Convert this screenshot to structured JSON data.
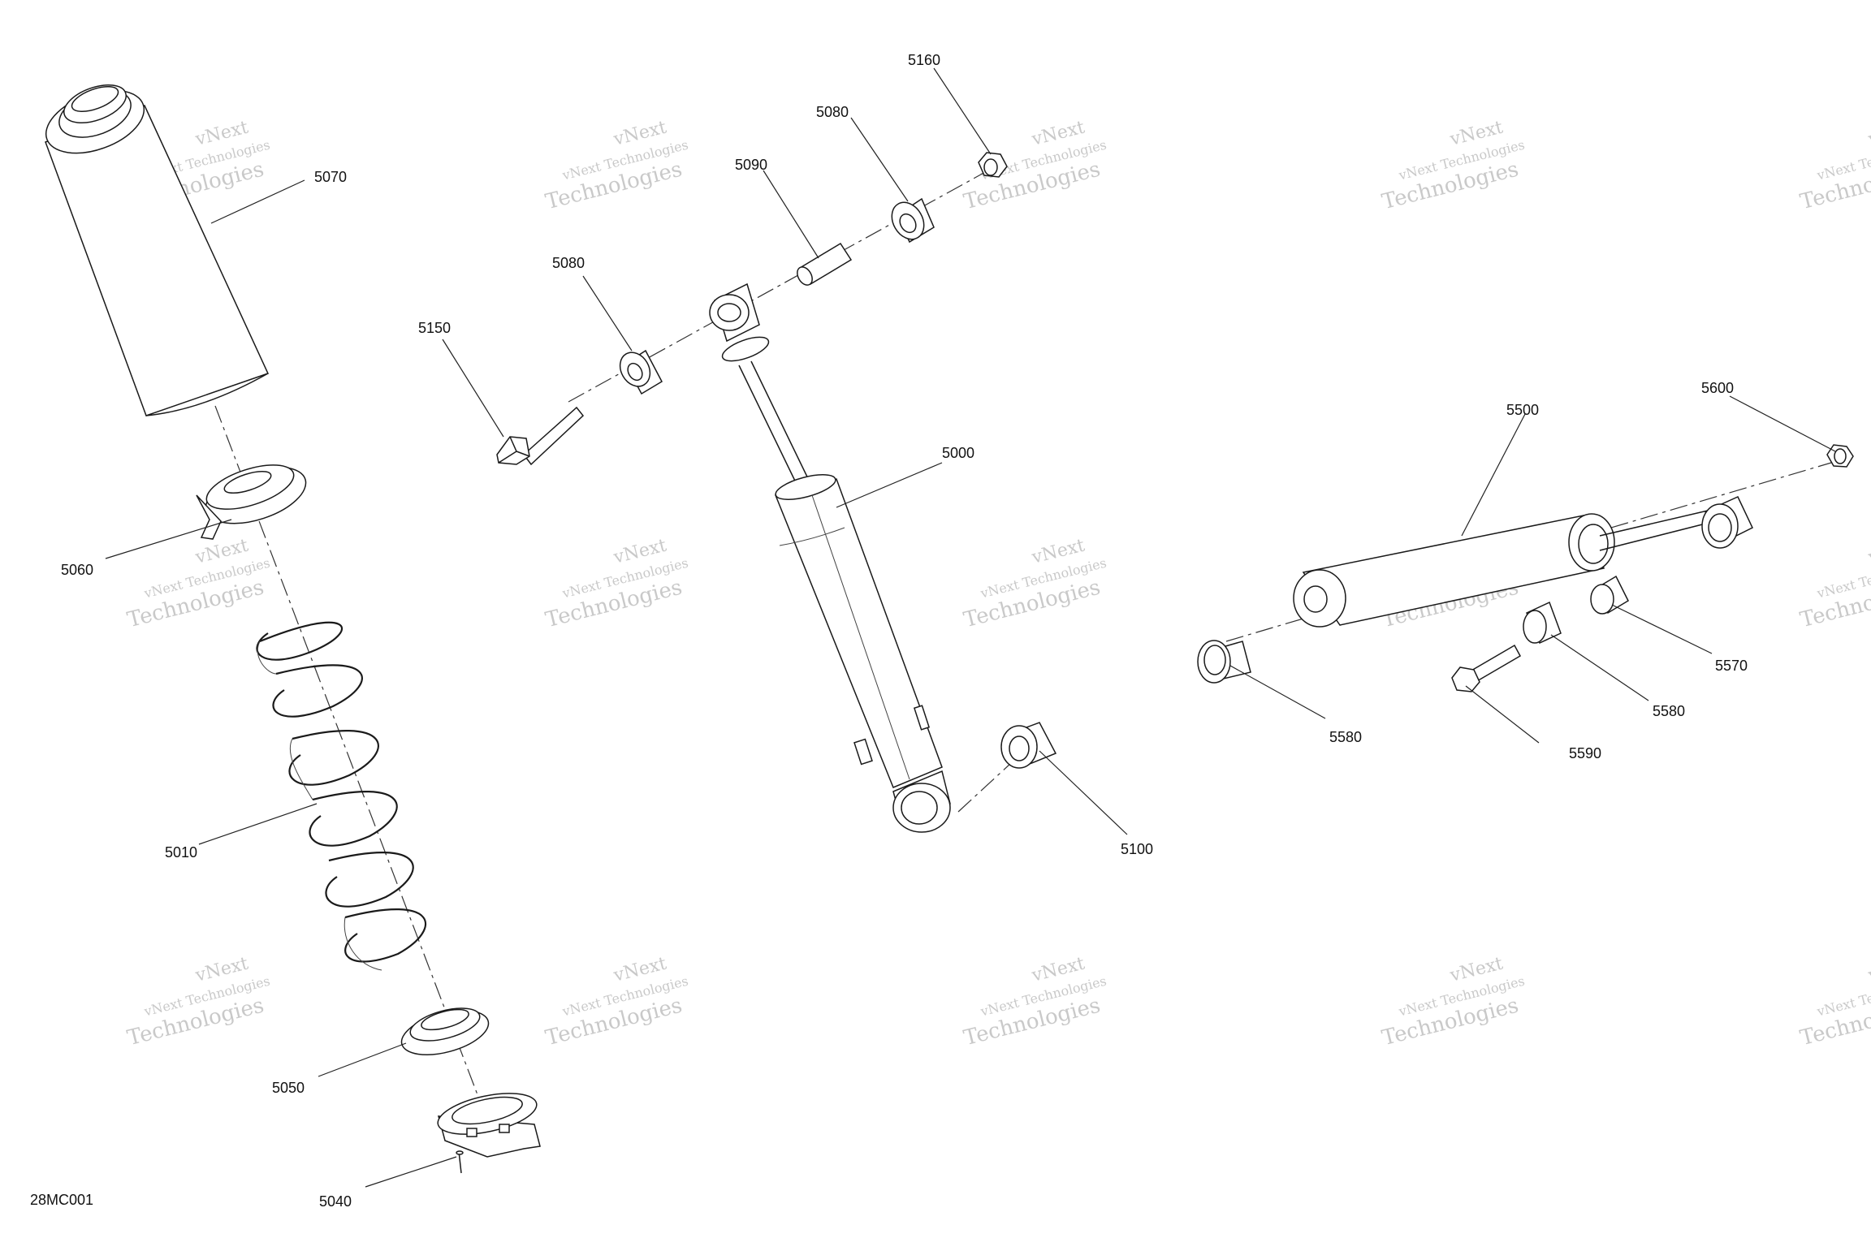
{
  "diagram": {
    "code": "28MC001",
    "watermark": {
      "line1": "vNext Technologies",
      "line2": "vNext\nTechnologies"
    },
    "callouts": [
      {
        "id": "5070",
        "label": "5070"
      },
      {
        "id": "5060",
        "label": "5060"
      },
      {
        "id": "5010",
        "label": "5010"
      },
      {
        "id": "5050",
        "label": "5050"
      },
      {
        "id": "5040",
        "label": "5040"
      },
      {
        "id": "5150",
        "label": "5150"
      },
      {
        "id": "5080a",
        "label": "5080"
      },
      {
        "id": "5090",
        "label": "5090"
      },
      {
        "id": "5080b",
        "label": "5080"
      },
      {
        "id": "5160",
        "label": "5160"
      },
      {
        "id": "5000",
        "label": "5000"
      },
      {
        "id": "5100",
        "label": "5100"
      },
      {
        "id": "5500",
        "label": "5500"
      },
      {
        "id": "5600",
        "label": "5600"
      },
      {
        "id": "5570",
        "label": "5570"
      },
      {
        "id": "5580a",
        "label": "5580"
      },
      {
        "id": "5580b",
        "label": "5580"
      },
      {
        "id": "5590",
        "label": "5590"
      }
    ]
  }
}
